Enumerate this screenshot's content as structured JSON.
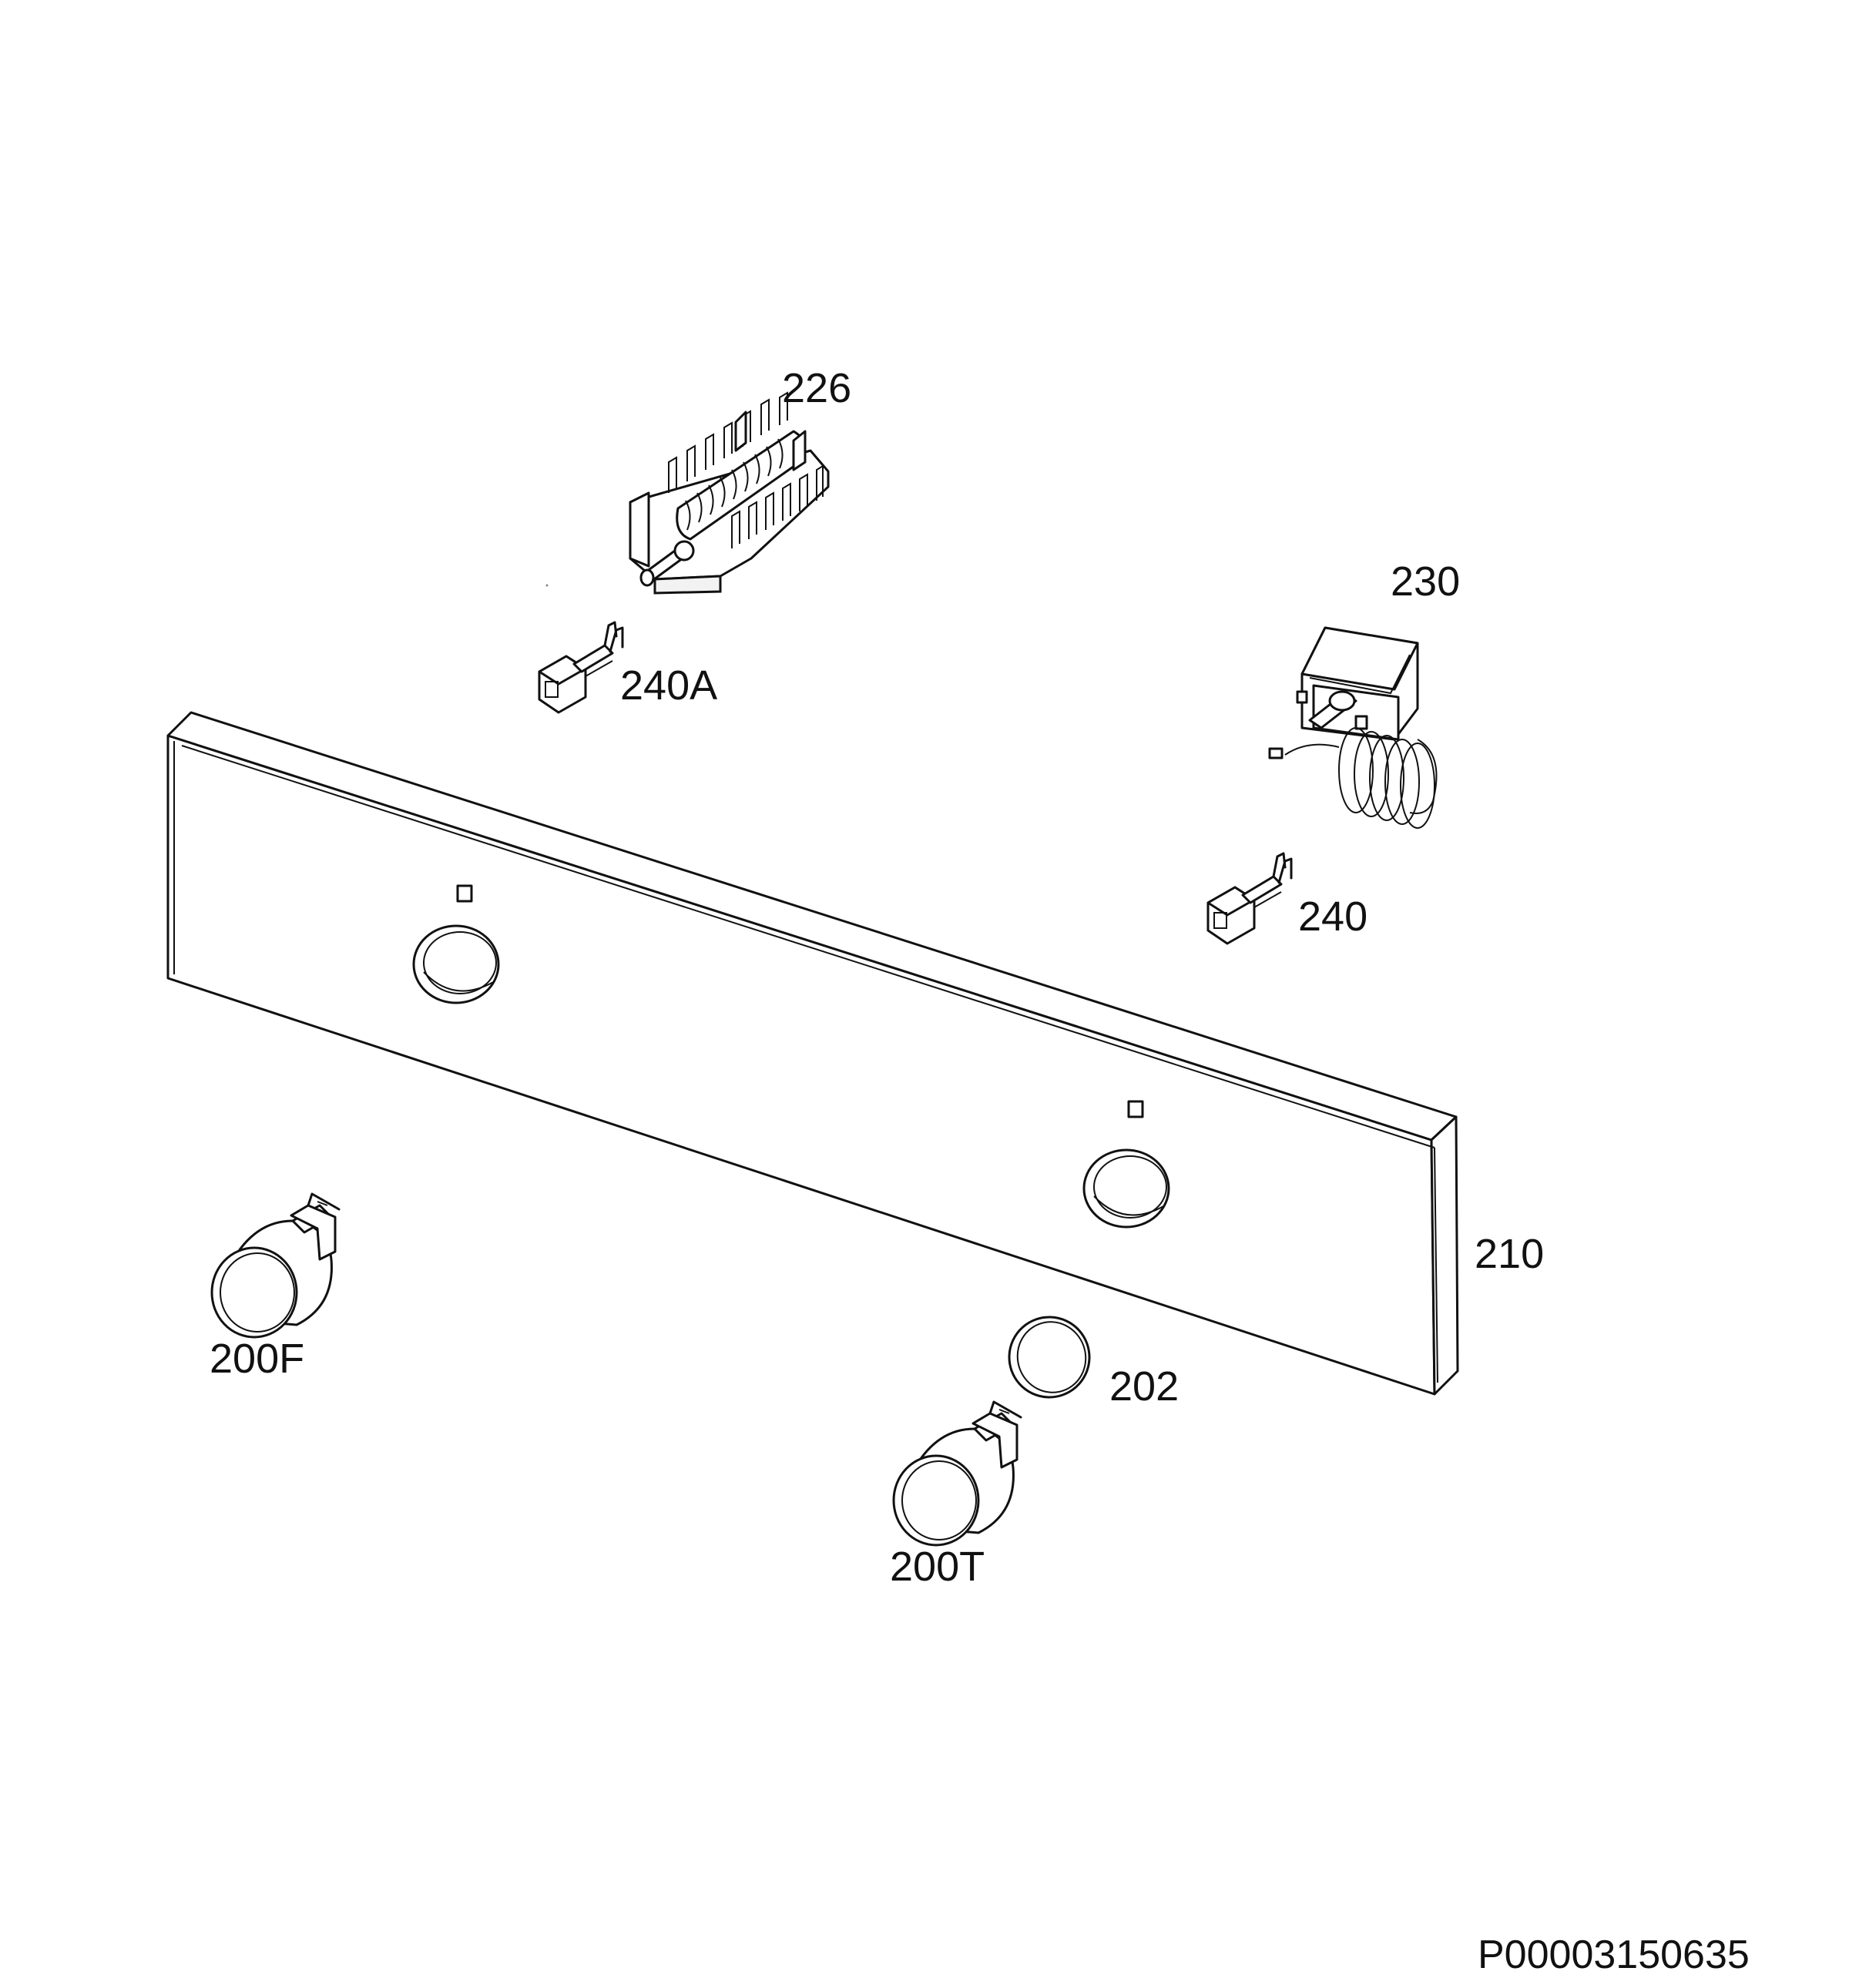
{
  "labels": {
    "p226": "226",
    "p230": "230",
    "p240A": "240A",
    "p240": "240",
    "p210": "210",
    "p200F": "200F",
    "p202": "202",
    "p200T": "200T"
  },
  "reference_code": "P00003150635"
}
